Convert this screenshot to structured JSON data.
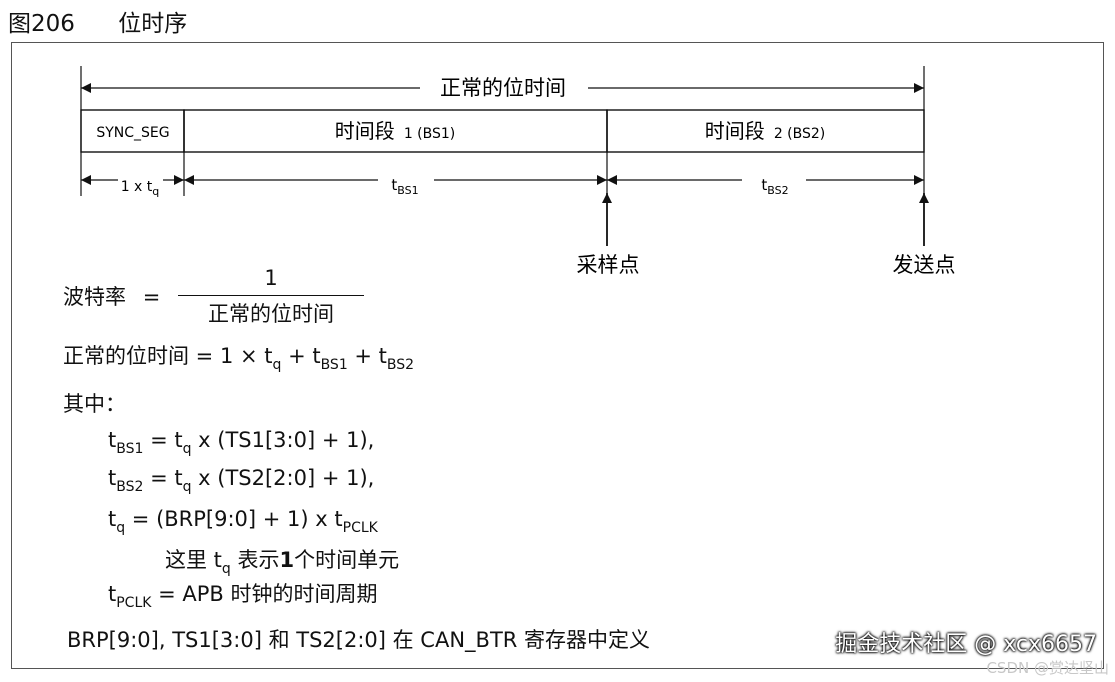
{
  "figure": {
    "number": "图206",
    "title": "位时序"
  },
  "timing": {
    "nominal_bit_time": "正常的位时间",
    "segments": {
      "sync": "SYNC_SEG",
      "bs1_main": "时间段",
      "bs1_sub": "1 (BS1)",
      "bs2_main": "时间段",
      "bs2_sub": "2 (BS2)"
    },
    "durations": {
      "sync_prefix": "1 x t",
      "sync_sub": "q",
      "t": "t",
      "bs1_sub": "BS1",
      "bs2_sub": "BS2"
    },
    "sample_point": "采样点",
    "transmit_point": "发送点"
  },
  "formulas": {
    "baud_label": "波特率",
    "equals": "=",
    "one": "1",
    "denominator": "正常的位时间",
    "nbt_line": {
      "lhs": "正常的位时间 = 1 × t",
      "q": "q",
      "plus1": " + t",
      "bs1": "BS1",
      "plus2": " + t",
      "bs2": "BS2"
    },
    "where": "其中：",
    "tbs1": {
      "t": "t",
      "sub": "BS1",
      "mid": " = t",
      "q": "q",
      "rest": " x (TS1[3:0] + 1),"
    },
    "tbs2": {
      "t": "t",
      "sub": "BS2",
      "mid": " = t",
      "q": "q",
      "rest": " x (TS2[2:0] + 1),"
    },
    "tq": {
      "t": "t",
      "q": "q",
      "rest": " = (BRP[9:0] + 1) x t",
      "pclk": "PCLK"
    },
    "tq_note": {
      "pre": "这里 t",
      "q": "q",
      "mid": " 表示",
      "bold": "1",
      "post": "个时间单元"
    },
    "tpclk": {
      "t": "t",
      "sub": "PCLK",
      "rest": " = APB 时钟的时间周期"
    },
    "footer": "BRP[9:0], TS1[3:0] 和 TS2[2:0] 在 CAN_BTR 寄存器中定义"
  },
  "watermark": {
    "main": "掘金技术社区 @ xcx6657",
    "sub": "CSDN @赏达坚山"
  }
}
